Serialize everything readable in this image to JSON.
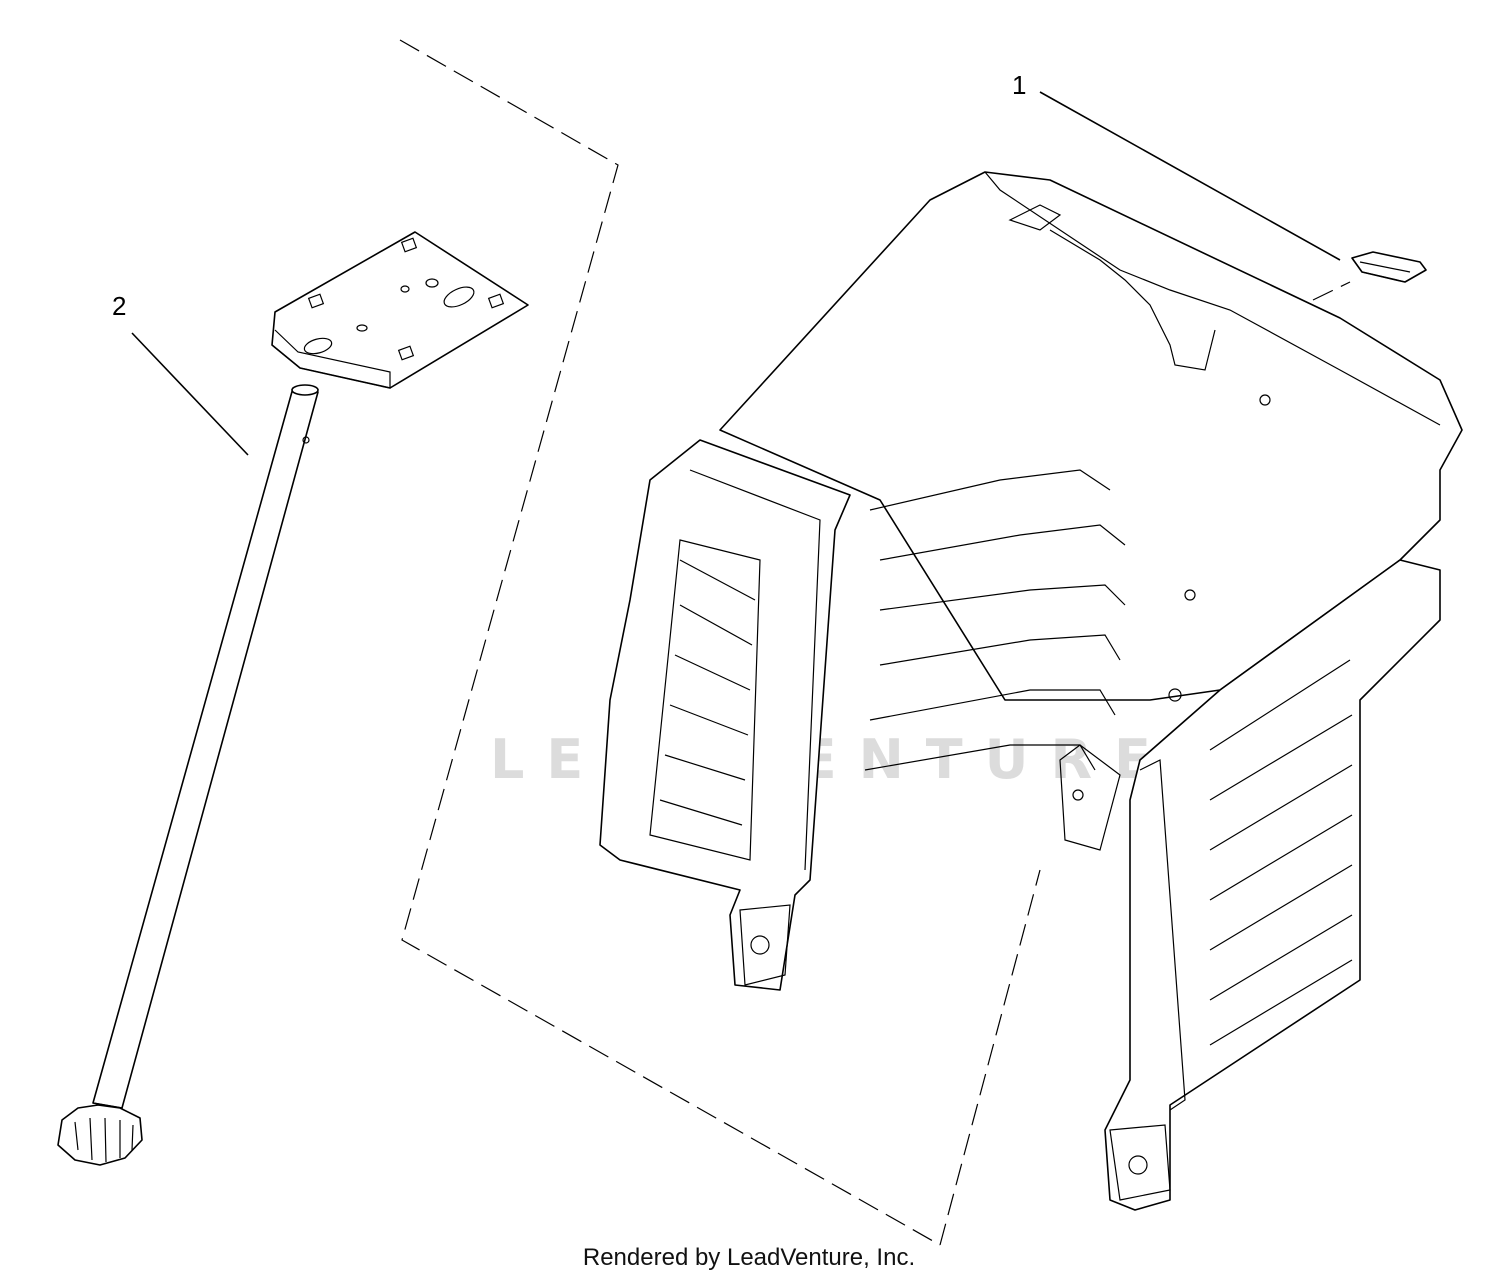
{
  "callouts": [
    {
      "id": "1",
      "label": "1"
    },
    {
      "id": "2",
      "label": "2"
    }
  ],
  "watermark": "LEADVENTURE",
  "footer": "Rendered by LeadVenture, Inc."
}
